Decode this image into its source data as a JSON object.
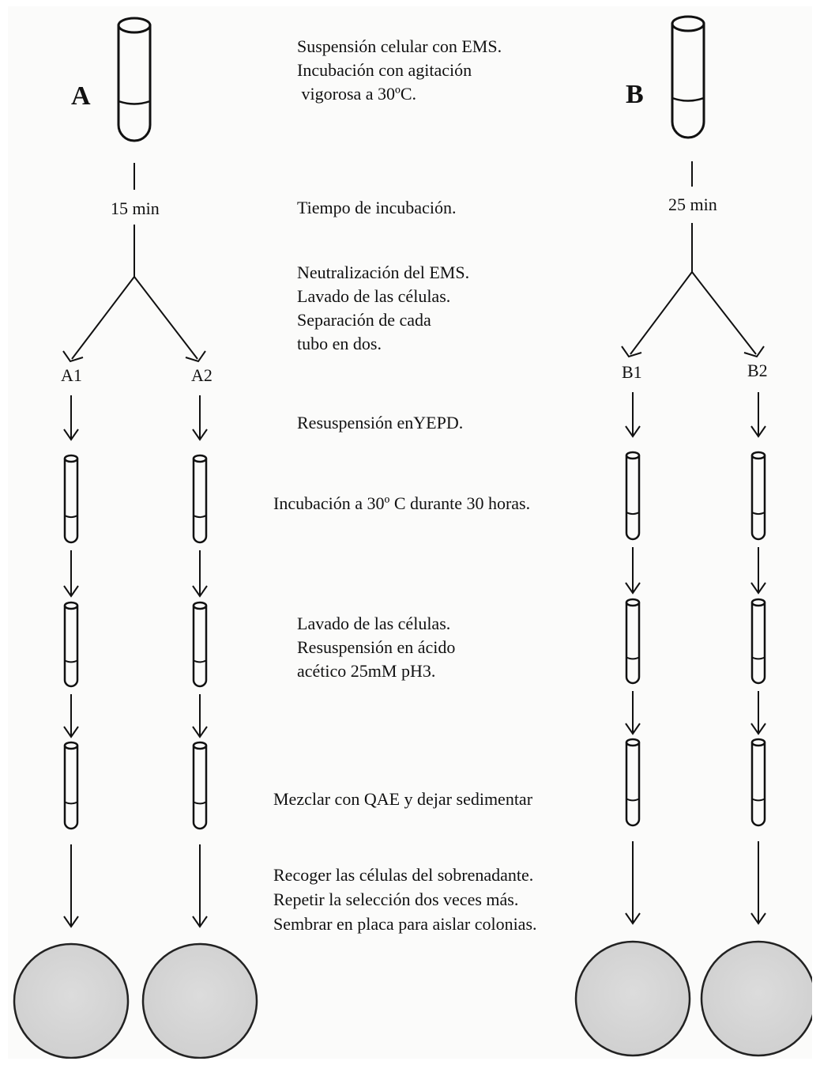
{
  "columns": {
    "A": {
      "label": "A",
      "time": "15 min",
      "branches": [
        "A1",
        "A2"
      ]
    },
    "B": {
      "label": "B",
      "time": "25 min",
      "branches": [
        "B1",
        "B2"
      ]
    }
  },
  "steps": [
    {
      "id": "suspension",
      "lines": [
        "Suspensión celular con EMS.",
        "Incubación con agitación",
        " vigorosa a 30ºC."
      ]
    },
    {
      "id": "incubation-time",
      "lines": [
        "Tiempo de incubación."
      ]
    },
    {
      "id": "neutralization",
      "lines": [
        "Neutralización del EMS.",
        "Lavado de las células.",
        "Separación de cada",
        "tubo en dos."
      ]
    },
    {
      "id": "resuspension-yepd",
      "lines": [
        "Resuspensión enYEPD."
      ]
    },
    {
      "id": "incubation-30h",
      "lines": [
        "Incubación a 30º C durante 30 horas."
      ]
    },
    {
      "id": "wash-acetic",
      "lines": [
        "Lavado de las células.",
        "Resuspensión en ácido",
        "acético 25mM pH3."
      ]
    },
    {
      "id": "qae",
      "lines": [
        "Mezclar con QAE y dejar sedimentar"
      ]
    },
    {
      "id": "collect",
      "lines": [
        "Recoger las células del sobrenadante.",
        "Repetir la selección dos veces más.",
        "Sembrar en placa para aislar colonias."
      ]
    }
  ],
  "colors": {
    "ink": "#111111",
    "plate_fill": "#d6d6d6",
    "plate_stroke": "#222222"
  }
}
